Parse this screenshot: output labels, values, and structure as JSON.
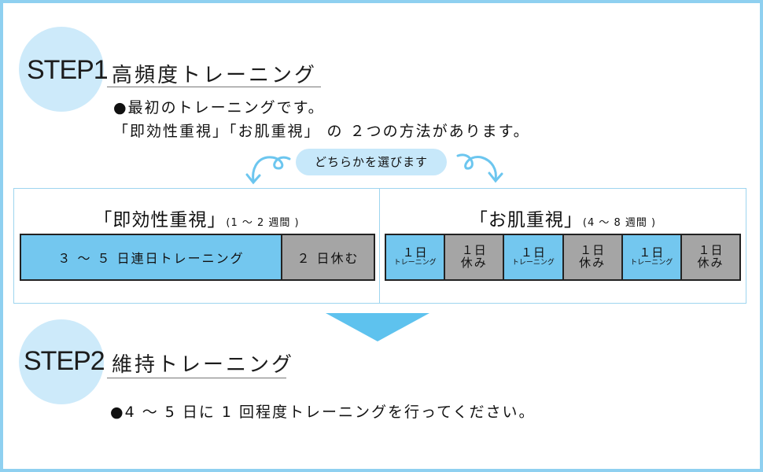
{
  "step1": {
    "label": "STEP1",
    "title": "高頻度トレーニング",
    "line1": "●最初のトレーニングです。",
    "line2": "「即効性重視」「お肌重視」 の ２つの方法があります。"
  },
  "choice": {
    "text": "どちらかを選びます"
  },
  "left_panel": {
    "heading": "「即効性重視」",
    "heading_sub": "(1 ～ 2 週間 )",
    "segments": [
      {
        "label": "３ ～ ５ 日連日トレーニング",
        "color": "#73c7ef"
      },
      {
        "label": "２ 日休む",
        "color": "#a5a5a5"
      }
    ]
  },
  "right_panel": {
    "heading": "「お肌重視」",
    "heading_sub": "(4 ～ 8 週間 )",
    "cells": [
      {
        "top": "１日",
        "bottom": "トレーニング",
        "kind": "train"
      },
      {
        "top": "１日",
        "bottom": "休み",
        "kind": "rest"
      },
      {
        "top": "１日",
        "bottom": "トレーニング",
        "kind": "train"
      },
      {
        "top": "１日",
        "bottom": "休み",
        "kind": "rest"
      },
      {
        "top": "１日",
        "bottom": "トレーニング",
        "kind": "train"
      },
      {
        "top": "１日",
        "bottom": "休み",
        "kind": "rest"
      }
    ]
  },
  "step2": {
    "label": "STEP2",
    "title": "維持トレーニング",
    "line1": "●4 ～ 5 日に 1 回程度トレーニングを行ってください。"
  },
  "colors": {
    "frame": "#8fd0f0",
    "circle": "#cdeafa",
    "train": "#73c7ef",
    "rest": "#a5a5a5",
    "arrow": "#5ec2ee"
  }
}
